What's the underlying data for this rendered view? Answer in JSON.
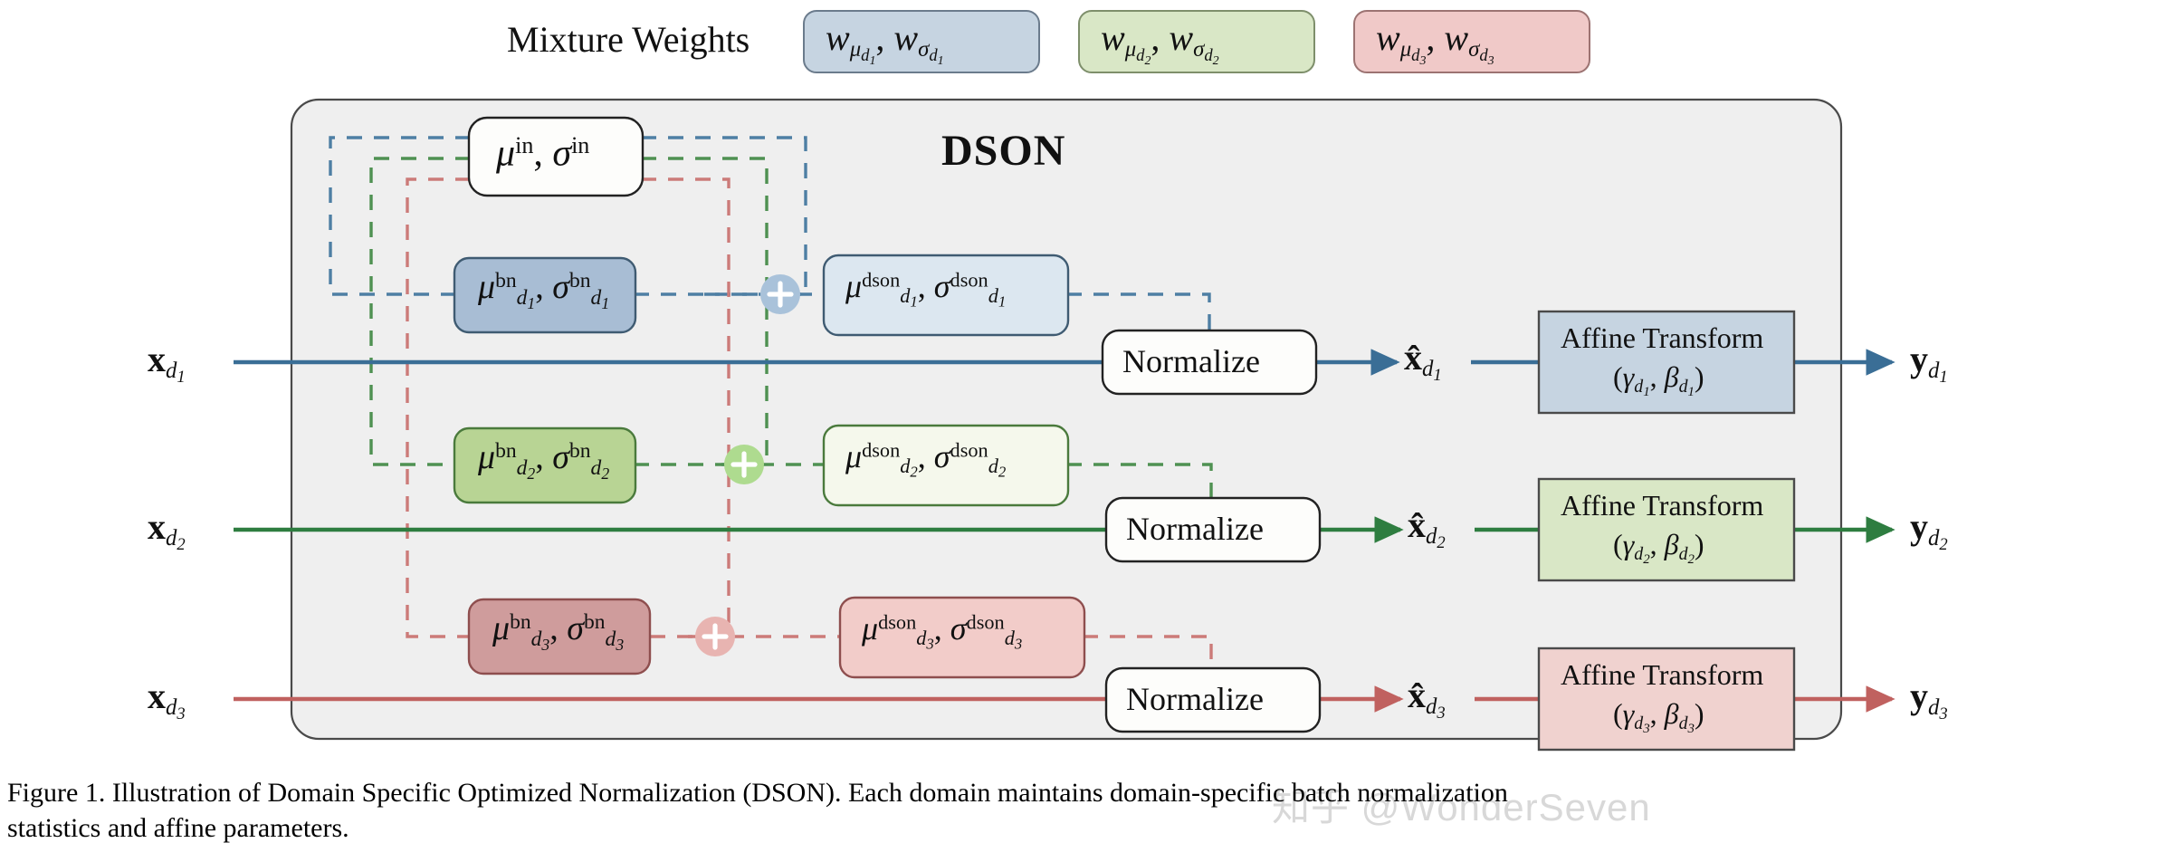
{
  "figure": {
    "panel_title": "DSON",
    "mixture_weights_label": "Mixture Weights",
    "mixture_weights": [
      {
        "id": "w1",
        "mu": "w",
        "mu_sub": "μ",
        "mu_sub2": "d",
        "idx": "1",
        "text": "w_{μ_{d1}} , w_{σ_{d1}}",
        "fill": "#c6d4e1",
        "stroke": "#6b7b8c"
      },
      {
        "id": "w2",
        "text": "w_{μ_{d2}} , w_{σ_{d2}}",
        "fill": "#d9e7c6",
        "stroke": "#7e8f6b"
      },
      {
        "id": "w3",
        "text": "w_{μ_{d3}} , w_{σ_{d3}}",
        "fill": "#f0c9c8",
        "stroke": "#9c7372"
      }
    ],
    "in_stats_box": {
      "mu": "μ",
      "sup": "in",
      "sigma": "σ",
      "fill": "#fdfdfb",
      "stroke": "#222222"
    },
    "rows": [
      {
        "index": "1",
        "input_label": "x",
        "input_sub": "d",
        "output_label": "y",
        "normalized_label": "x̂",
        "bn_box": {
          "mu": "μ",
          "sigma": "σ",
          "sup": "bn",
          "sub": "d",
          "fill": "#a8bdd4",
          "stroke": "#3f5b72"
        },
        "dson_box": {
          "mu": "μ",
          "sigma": "σ",
          "sup": "dson",
          "sub": "d",
          "fill": "#dce7f0",
          "stroke": "#3f5b72"
        },
        "normalize_label": "Normalize",
        "affine_title": "Affine Transform",
        "affine_params": "(γ, β)",
        "affine_fill": "#c6d4e1",
        "affine_stroke": "#4a4a4a",
        "line_color": "#3a6e96",
        "plus_fill": "#a9c2da",
        "dash_color": "#4e7fa4"
      },
      {
        "index": "2",
        "input_label": "x",
        "input_sub": "d",
        "output_label": "y",
        "normalized_label": "x̂",
        "bn_box": {
          "mu": "μ",
          "sigma": "σ",
          "sup": "bn",
          "sub": "d",
          "fill": "#b8d494",
          "stroke": "#4a7a3c"
        },
        "dson_box": {
          "mu": "μ",
          "sigma": "σ",
          "sup": "dson",
          "sub": "d",
          "fill": "#f5f8ec",
          "stroke": "#4a7a3c"
        },
        "normalize_label": "Normalize",
        "affine_title": "Affine Transform",
        "affine_params": "(γ, β)",
        "affine_fill": "#d9e7c6",
        "affine_stroke": "#4a4a4a",
        "line_color": "#2e7d40",
        "plus_fill": "#aedb8f",
        "dash_color": "#4f9152"
      },
      {
        "index": "3",
        "input_label": "x",
        "input_sub": "d",
        "output_label": "y",
        "normalized_label": "x̂",
        "bn_box": {
          "mu": "μ",
          "sigma": "σ",
          "sup": "bn",
          "sub": "d",
          "fill": "#cf9c9c",
          "stroke": "#8e4e4e"
        },
        "dson_box": {
          "mu": "μ",
          "sigma": "σ",
          "sup": "dson",
          "sub": "d",
          "fill": "#f2ccc9",
          "stroke": "#8e4e4e"
        },
        "normalize_label": "Normalize",
        "affine_title": "Affine Transform",
        "affine_params": "(γ, β)",
        "affine_fill": "#f0d2cf",
        "affine_stroke": "#4a4a4a",
        "line_color": "#c0615f",
        "plus_fill": "#e8b4b1",
        "dash_color": "#cc7b79"
      }
    ],
    "caption_line1": "Figure 1. Illustration of Domain Specific Optimized Normalization (DSON). Each domain maintains domain-specific batch normalization",
    "caption_line2": "statistics and affine parameters.",
    "watermark": "知乎 @WonderSeven",
    "colors": {
      "panel_fill": "#efefef",
      "panel_stroke": "#4a4a4a",
      "background": "#ffffff",
      "blue": "#3a6e96",
      "green": "#2e7d40",
      "red": "#c0615f"
    }
  }
}
